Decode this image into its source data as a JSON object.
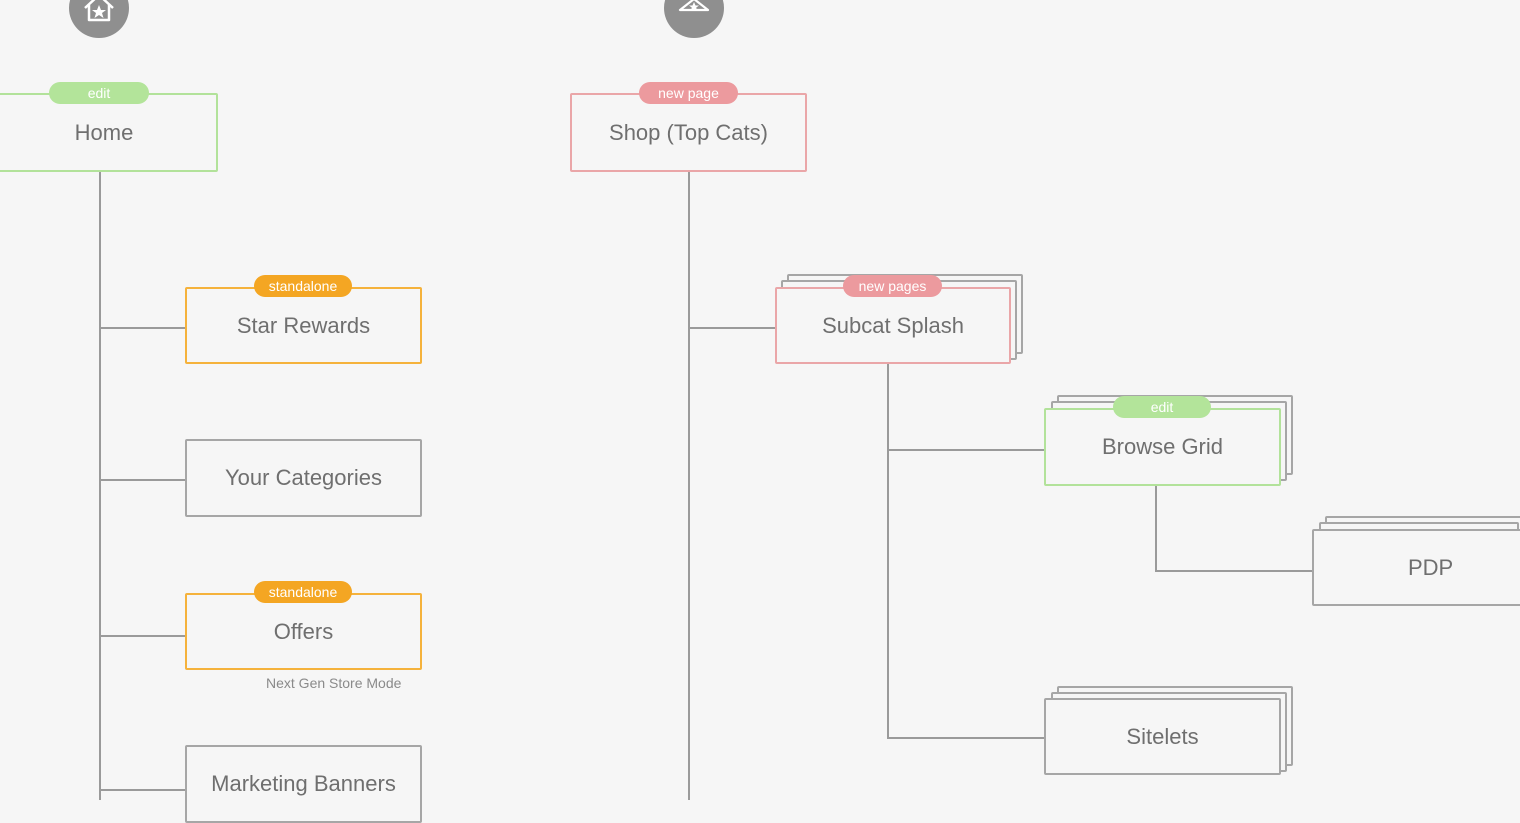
{
  "icons": {
    "home": "home-star-icon",
    "shop": "hanger-star-icon"
  },
  "colors": {
    "edit": "#b3e49a",
    "standalone": "#f4a623",
    "new_page": "#ec9a9e",
    "neutral_border": "#a6a6a6",
    "connector": "#9a9a9a"
  },
  "home_branch": {
    "root": {
      "label": "Home",
      "badge": "edit"
    },
    "children": [
      {
        "label": "Star Rewards",
        "badge": "standalone"
      },
      {
        "label": "Your Categories"
      },
      {
        "label": "Offers",
        "badge": "standalone",
        "note": "Next Gen Store Mode"
      },
      {
        "label": "Marketing Banners"
      }
    ]
  },
  "shop_branch": {
    "root": {
      "label": "Shop (Top Cats)",
      "badge": "new page"
    },
    "subcat": {
      "label": "Subcat Splash",
      "badge": "new pages"
    },
    "browse": {
      "label": "Browse Grid",
      "badge": "edit"
    },
    "pdp": {
      "label": "PDP"
    },
    "sitelets": {
      "label": "Sitelets"
    }
  }
}
